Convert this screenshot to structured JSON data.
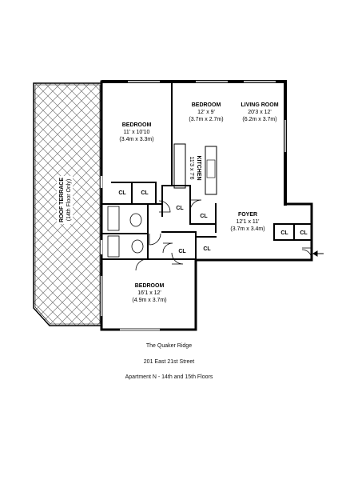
{
  "rooms": {
    "bedroom1": {
      "name": "BEDROOM",
      "dims": "11' x 10'10",
      "metric": "(3.4m x 3.3m)"
    },
    "bedroom2": {
      "name": "BEDROOM",
      "dims": "12' x 9'",
      "metric": "(3.7m x 2.7m)"
    },
    "living": {
      "name": "LIVING ROOM",
      "dims": "20'3 x 12'",
      "metric": "(6.2m x 3.7m)"
    },
    "kitchen": {
      "name": "KITCHEN",
      "dims": "11'3 x 7'6"
    },
    "foyer": {
      "name": "FOYER",
      "dims": "12'1 x 11'",
      "metric": "(3.7m x 3.4m)"
    },
    "bedroom3": {
      "name": "BEDROOM",
      "dims": "16'1 x 12'",
      "metric": "(4.9m x 3.7m)"
    },
    "terrace": {
      "name": "ROOF TERRACE",
      "note": "(14th Floor Only)"
    }
  },
  "closets": [
    "CL",
    "CL",
    "CL",
    "CL",
    "CL",
    "CL",
    "CL",
    "CL"
  ],
  "caption": {
    "building": "The Quaker Ridge",
    "address": "201 East 21st Street",
    "unit": "Apartment N - 14th and 15th Floors"
  },
  "colors": {
    "wall": "#000000",
    "hatch": "#7a7a7a",
    "background": "#ffffff"
  }
}
